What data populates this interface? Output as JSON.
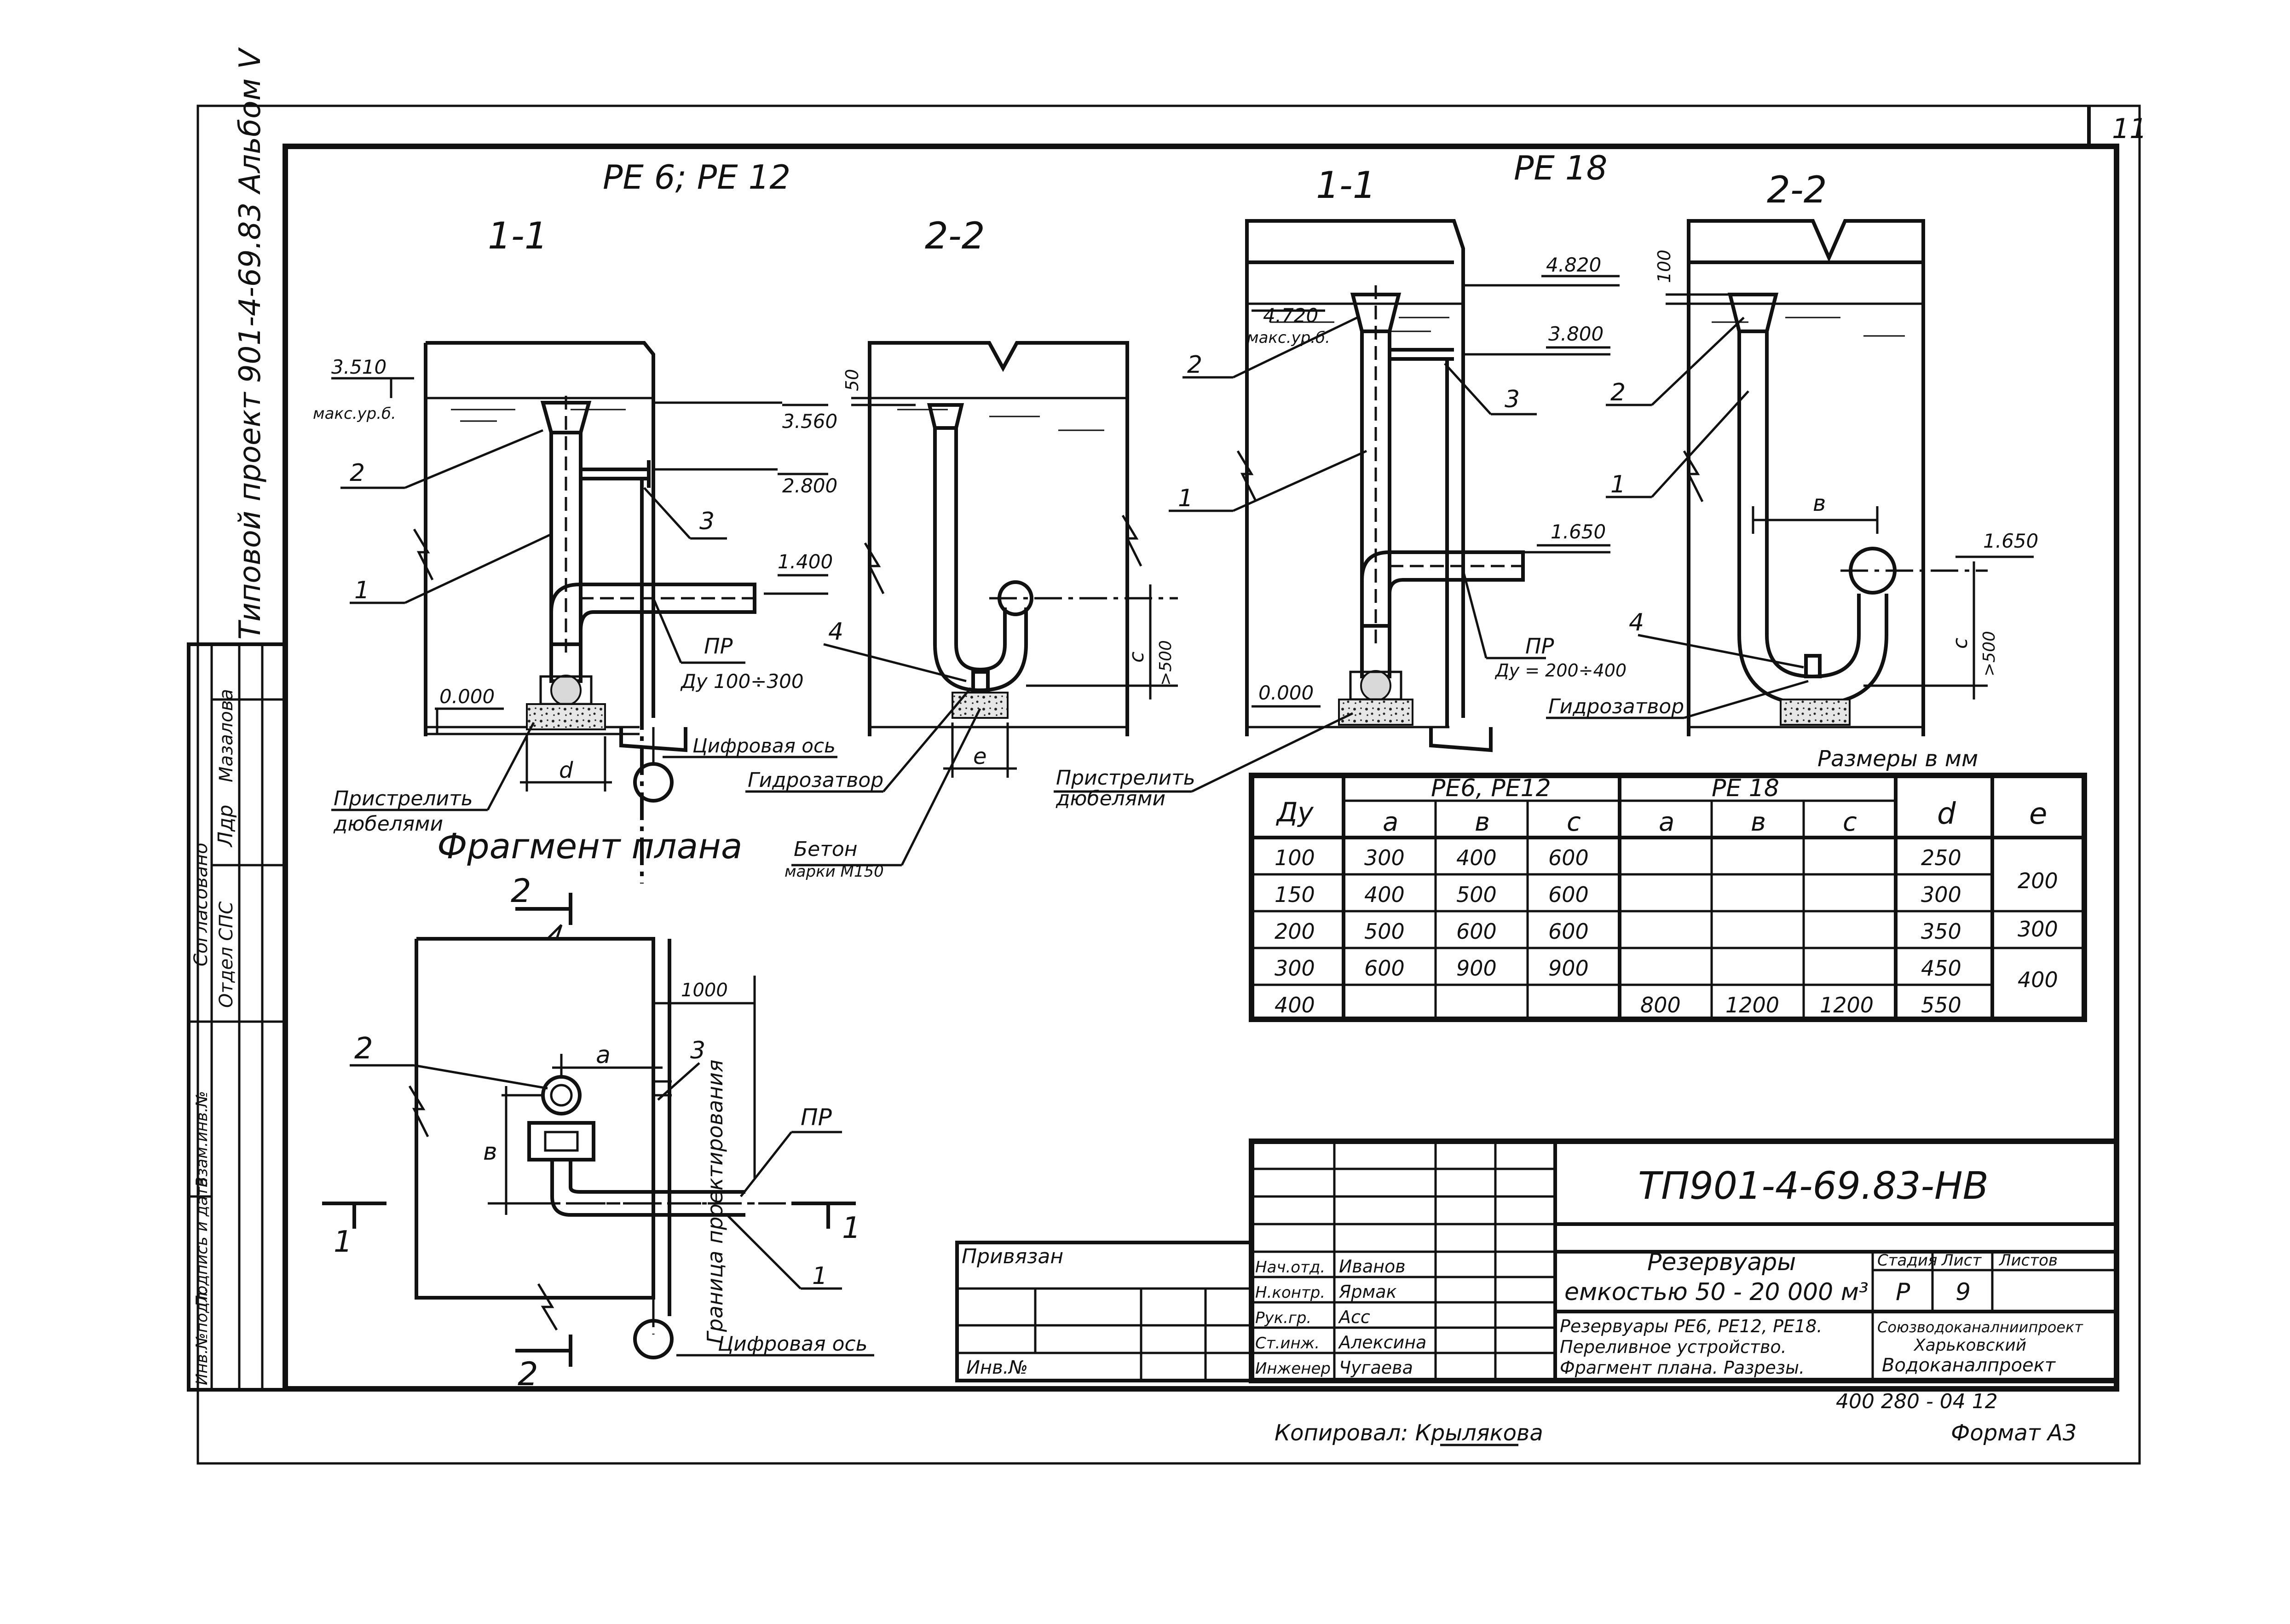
{
  "sheet": {
    "sheet_number_corner": "11",
    "side_stamp_title": "Типовой проект 901-4-69.83 Альбом V",
    "side_stamp_agreed": "Согласовано",
    "side_stamp_dept": "Отдел СПС",
    "side_stamp_name": "Мазалова",
    "side_stamp_sign": "Лдр",
    "side_stamp_col1": "Взам.инв.№",
    "side_stamp_col2": "Подпись и дата",
    "side_stamp_col3": "Инв.№подл."
  },
  "left_group": {
    "header": "РЕ 6;  РЕ 12",
    "sec11": {
      "title": "1-1",
      "lvl_top": "3.510",
      "lvl_top_note": "макс.ур.б.",
      "lvl_3560": "3.560",
      "lvl_2800": "2.800",
      "lvl_1400": "1.400",
      "lvl_0": "0.000",
      "lbl1": "1",
      "lbl2": "2",
      "lbl3": "3",
      "pr": "ПР",
      "du": "Ду 100÷300",
      "dim_d": "d",
      "note_fix1": "Пристрелить",
      "note_fix2": "дюбелями",
      "axis_note": "Цифровая ось"
    },
    "sec22": {
      "title": "2-2",
      "dim_50": "50",
      "lbl4": "4",
      "dim_c": "c",
      "dim_500": ">500",
      "dim_e": "e",
      "gidro": "Гидрозатвор",
      "beton1": "Бетон",
      "beton2": "марки М150"
    }
  },
  "right_group": {
    "header": "РЕ 18",
    "sec11": {
      "title": "1-1",
      "lvl_4820": "4.820",
      "lvl_4720": "4.720",
      "lvl_note": "макс.ур.б.",
      "lvl_3800": "3.800",
      "lvl_1650": "1.650",
      "lvl_0": "0.000",
      "lbl1": "1",
      "lbl2": "2",
      "lbl3": "3",
      "pr": "ПР",
      "du": "Ду = 200÷400",
      "gidro": "Гидрозатвор",
      "note_fix1": "Пристрелить",
      "note_fix2": "дюбелями"
    },
    "sec22": {
      "title": "2-2",
      "dim_100": "100",
      "lbl1": "1",
      "lbl2": "2",
      "lbl4": "4",
      "dim_b": "в",
      "dim_c": "c",
      "dim_500": ">500",
      "lvl_1650": "1.650"
    }
  },
  "plan": {
    "title": "Фрагмент плана",
    "cut2": "2",
    "cut1": "1",
    "dim_1000": "1000",
    "dim_a": "a",
    "dim_b": "в",
    "lbl1": "1",
    "lbl2": "2",
    "lbl3": "3",
    "pr": "ПР",
    "boundary": "Граница проектирования",
    "axis_note": "Цифровая ось"
  },
  "table": {
    "units": "Размеры в мм",
    "h_du": "Ду",
    "h_grp1": "РЕ6, РЕ12",
    "h_grp2": "РЕ 18",
    "h_a": "a",
    "h_b": "в",
    "h_c": "c",
    "h_d": "d",
    "h_e": "e",
    "rows": [
      {
        "du": "100",
        "a1": "300",
        "b1": "400",
        "c1": "600",
        "a2": "",
        "b2": "",
        "c2": "",
        "d": "250"
      },
      {
        "du": "150",
        "a1": "400",
        "b1": "500",
        "c1": "600",
        "a2": "",
        "b2": "",
        "c2": "",
        "d": "300"
      },
      {
        "du": "200",
        "a1": "500",
        "b1": "600",
        "c1": "600",
        "a2": "",
        "b2": "",
        "c2": "",
        "d": "350"
      },
      {
        "du": "300",
        "a1": "600",
        "b1": "900",
        "c1": "900",
        "a2": "",
        "b2": "",
        "c2": "",
        "d": "450"
      },
      {
        "du": "400",
        "a1": "",
        "b1": "",
        "c1": "",
        "a2": "800",
        "b2": "1200",
        "c2": "1200",
        "d": "550"
      }
    ],
    "e_vals": [
      "200",
      "300",
      "400"
    ]
  },
  "title_block": {
    "code": "ТП901-4-69.83-НВ",
    "privyazan": "Привязан",
    "inv": "Инв.№",
    "roles": [
      "Нач.отд.",
      "Н.контр.",
      "Рук.гр.",
      "Ст.инж.",
      "Инженер"
    ],
    "names": [
      "Иванов",
      "Ярмак",
      "Асс",
      "Алексина",
      "Чугаева"
    ],
    "title1": "Резервуары",
    "title2": "емкостью 50 - 20 000 м³",
    "desc1": "Резервуары РЕ6, РЕ12, РЕ18.",
    "desc2": "Переливное устройство.",
    "desc3": "Фрагмент плана. Разрезы.",
    "stage_h": "Стадия",
    "sheet_h": "Лист",
    "sheets_h": "Листов",
    "stage": "Р",
    "sheet": "9",
    "org1": "Союзводоканалниипроект",
    "org2": "Харьковский",
    "org3": "Водоканалпроект",
    "bottom_code": "400 280 - 04     12",
    "copied": "Копировал: Крылякова",
    "format": "Формат А3"
  }
}
